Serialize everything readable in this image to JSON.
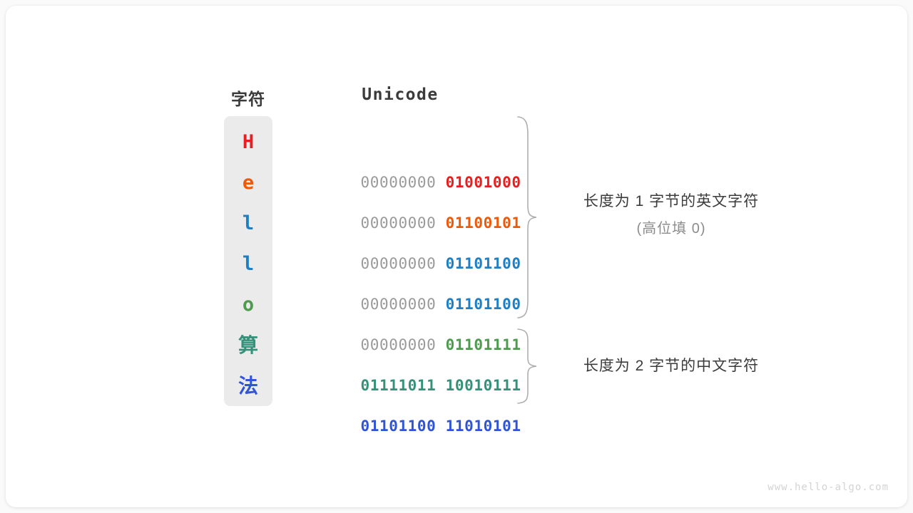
{
  "headers": {
    "char": "字符",
    "unicode": "Unicode"
  },
  "rows": [
    {
      "char": "H",
      "color": "#e62020",
      "high_byte": "00000000",
      "low_byte": "01001000",
      "high_significant": false,
      "cjk": false
    },
    {
      "char": "e",
      "color": "#ec5a0c",
      "high_byte": "00000000",
      "low_byte": "01100101",
      "high_significant": false,
      "cjk": false
    },
    {
      "char": "l",
      "color": "#1f7fc4",
      "high_byte": "00000000",
      "low_byte": "01101100",
      "high_significant": false,
      "cjk": false
    },
    {
      "char": "l",
      "color": "#1f7fc4",
      "high_byte": "00000000",
      "low_byte": "01101100",
      "high_significant": false,
      "cjk": false
    },
    {
      "char": "o",
      "color": "#4e9a4e",
      "high_byte": "00000000",
      "low_byte": "01101111",
      "high_significant": false,
      "cjk": false
    },
    {
      "char": "算",
      "color": "#359179",
      "high_byte": "01111011",
      "low_byte": "10010111",
      "high_significant": true,
      "cjk": true
    },
    {
      "char": "法",
      "color": "#2f55d4",
      "high_byte": "01101100",
      "low_byte": "11010101",
      "high_significant": true,
      "cjk": true
    }
  ],
  "annotations": [
    {
      "line1": "长度为 1 字节的英文字符",
      "line2": "(高位填 0)"
    },
    {
      "line1": "长度为 2 字节的中文字符",
      "line2": ""
    }
  ],
  "watermark": "www.hello-algo.com",
  "colors": {
    "page_background": "#fafafa",
    "card_background": "#ffffff",
    "char_column_background": "#ebebeb",
    "padding_byte": "#9a9a9a",
    "heading_text": "#3b3b3b",
    "brace_stroke": "#aeaeae",
    "watermark": "#d4d4d4"
  }
}
